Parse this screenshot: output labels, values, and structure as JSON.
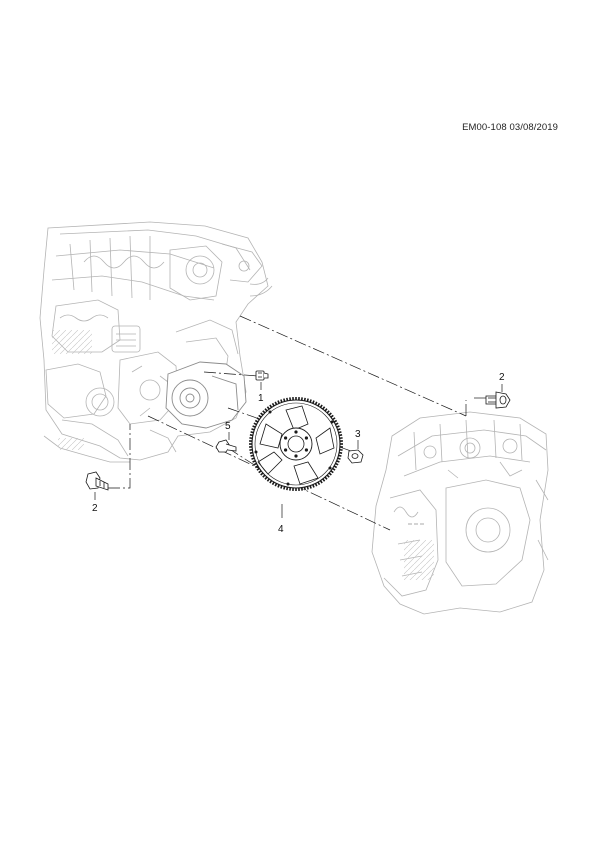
{
  "header": {
    "reference": "EM00-108 03/08/2019"
  },
  "callouts": [
    {
      "id": "c1",
      "text": "1"
    },
    {
      "id": "c2a",
      "text": "2"
    },
    {
      "id": "c2b",
      "text": "2"
    },
    {
      "id": "c3",
      "text": "3"
    },
    {
      "id": "c4",
      "text": "4"
    },
    {
      "id": "c5",
      "text": "5"
    }
  ],
  "colors": {
    "line": "#1a1a1a",
    "ghost": "#b4b4b4",
    "ghost_dark": "#8c8c8c"
  }
}
